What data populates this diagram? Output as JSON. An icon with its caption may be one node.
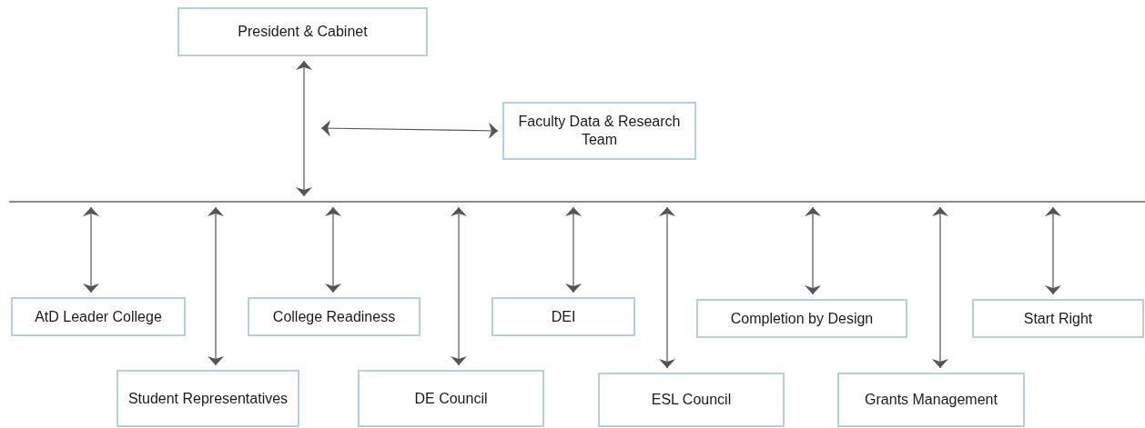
{
  "diagram": {
    "nodes": [
      {
        "text": [
          "President & Cabinet"
        ]
      },
      {
        "text": [
          "Faculty Data & Research Team"
        ]
      },
      {
        "text": [],
        "shape": "bar"
      },
      {
        "text": [
          "AtD Leader College"
        ]
      },
      {
        "text": [
          "Student Representatives"
        ]
      },
      {
        "text": [
          "College Readiness"
        ]
      },
      {
        "text": [
          "DE Council"
        ]
      },
      {
        "text": [
          "DEI"
        ]
      },
      {
        "text": [
          "ESL Council"
        ]
      },
      {
        "text": [
          "Completion by Design"
        ]
      },
      {
        "text": [
          "Grants Management"
        ]
      },
      {
        "text": [
          "Start Right"
        ]
      }
    ],
    "edges": [
      {
        "from": 0,
        "to": 2,
        "arrow": "both"
      },
      {
        "from": null,
        "to": 1,
        "arrow": "both"
      },
      {
        "from": 2,
        "to": 3,
        "arrow": "both"
      },
      {
        "from": 2,
        "to": 4,
        "arrow": "both"
      },
      {
        "from": 2,
        "to": 5,
        "arrow": "both"
      },
      {
        "from": 2,
        "to": 6,
        "arrow": "both"
      },
      {
        "from": 2,
        "to": 7,
        "arrow": "both"
      },
      {
        "from": 2,
        "to": 8,
        "arrow": "both"
      },
      {
        "from": 2,
        "to": 9,
        "arrow": "both"
      },
      {
        "from": 2,
        "to": 10,
        "arrow": "both"
      },
      {
        "from": 2,
        "to": 11,
        "arrow": "both"
      }
    ]
  }
}
